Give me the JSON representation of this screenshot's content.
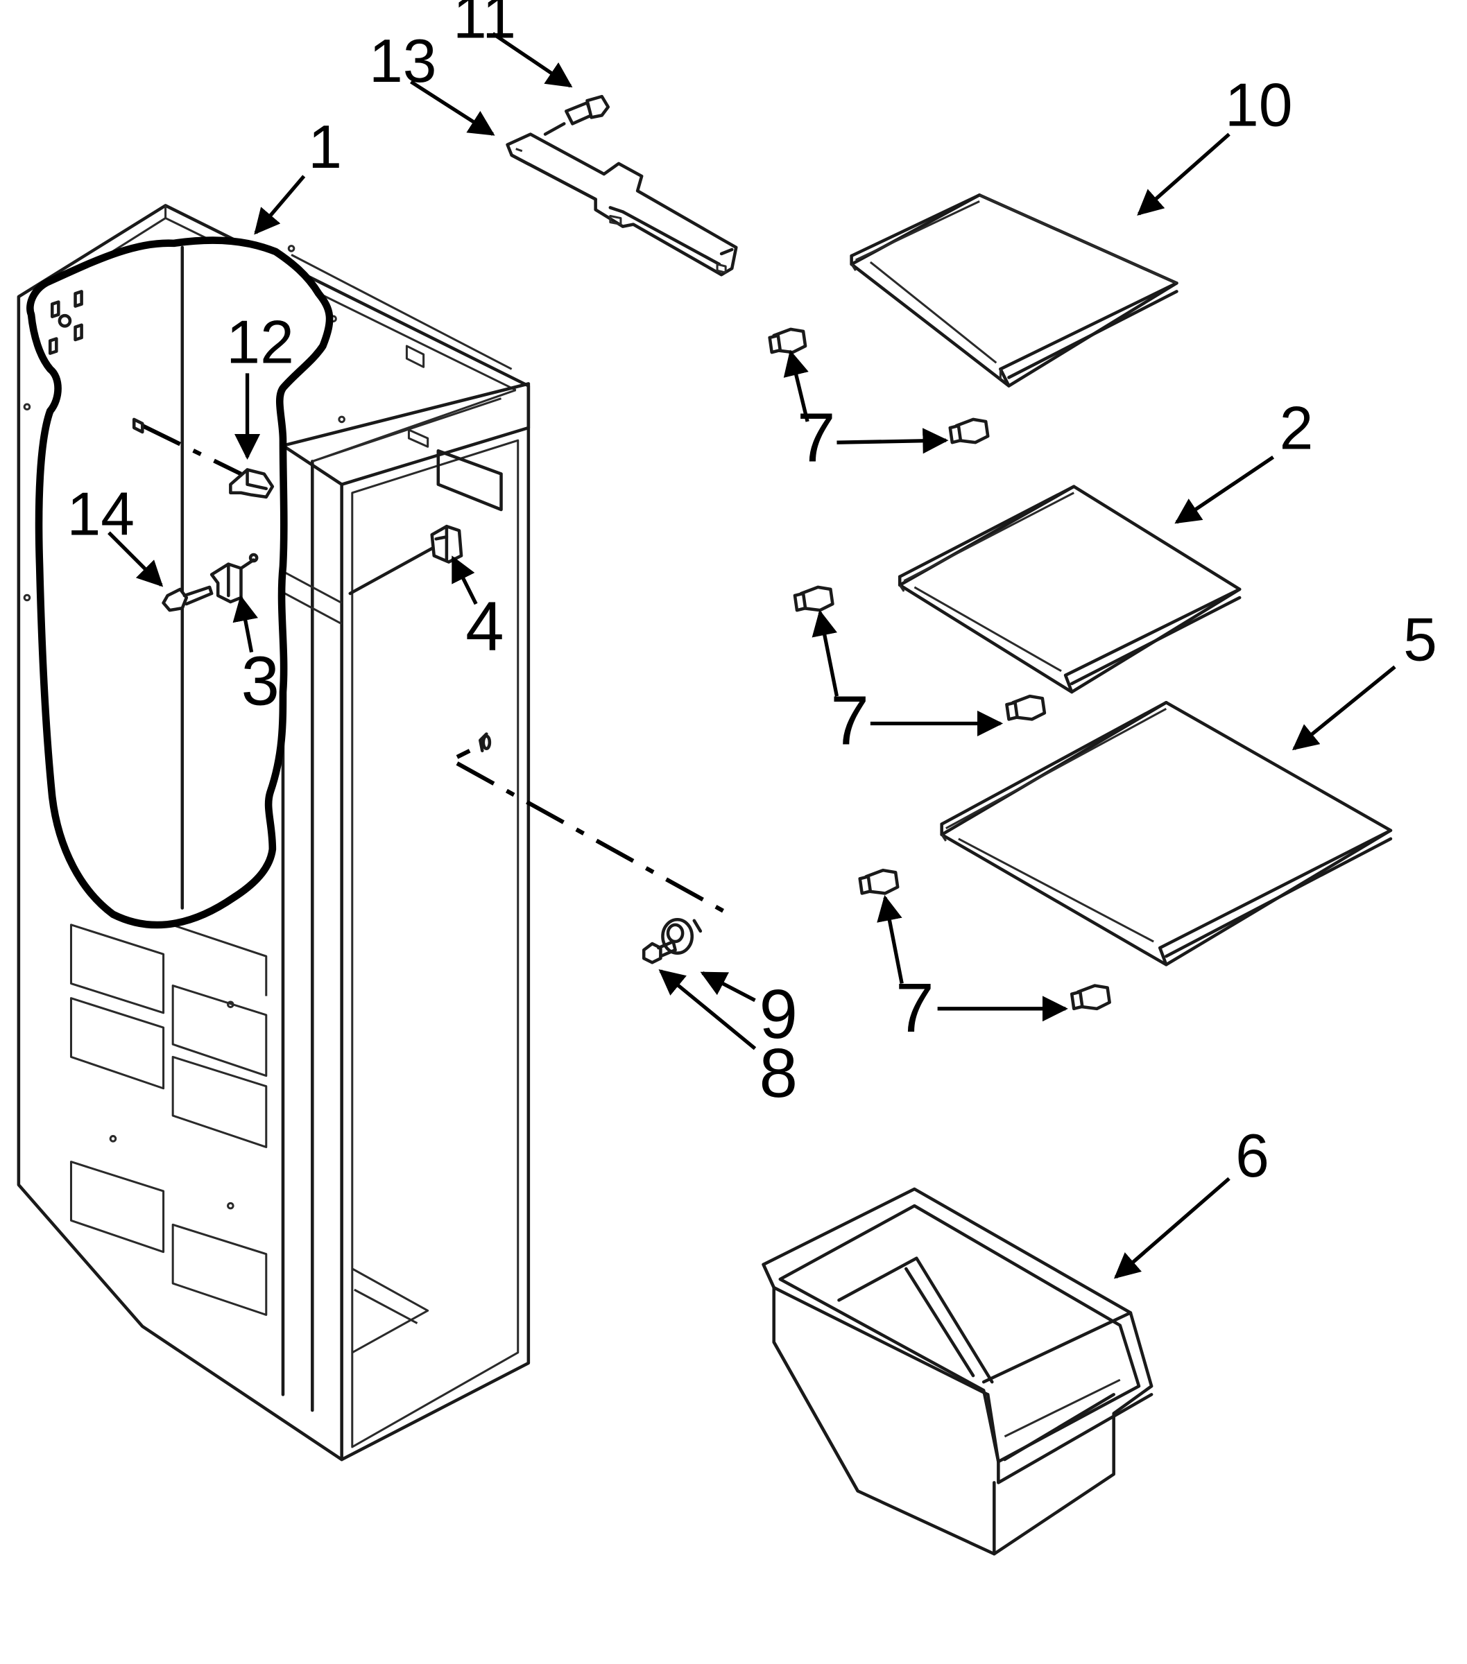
{
  "diagram": {
    "colors": {
      "line": "#1a1a1a",
      "background": "#ffffff"
    },
    "parts": [
      {
        "id": "cabinet-liner",
        "callout": "1"
      },
      {
        "id": "shelf-middle",
        "callout": "2"
      },
      {
        "id": "bracket-left",
        "callout": "3"
      },
      {
        "id": "switch",
        "callout": "4"
      },
      {
        "id": "shelf-lower",
        "callout": "5"
      },
      {
        "id": "bin",
        "callout": "6"
      },
      {
        "id": "shelf-support",
        "callout": "7"
      },
      {
        "id": "screw-lower",
        "callout": "8"
      },
      {
        "id": "washer",
        "callout": "9"
      },
      {
        "id": "shelf-upper",
        "callout": "10"
      },
      {
        "id": "screw-top",
        "callout": "11"
      },
      {
        "id": "clip",
        "callout": "12"
      },
      {
        "id": "top-bracket",
        "callout": "13"
      },
      {
        "id": "screw-left",
        "callout": "14"
      }
    ],
    "callouts": {
      "c1": "1",
      "c2": "2",
      "c3": "3",
      "c4": "4",
      "c5": "5",
      "c6": "6",
      "c7a": "7",
      "c7b": "7",
      "c7c": "7",
      "c8": "8",
      "c9": "9",
      "c10": "10",
      "c11": "11",
      "c12": "12",
      "c13": "13",
      "c14": "14"
    }
  }
}
